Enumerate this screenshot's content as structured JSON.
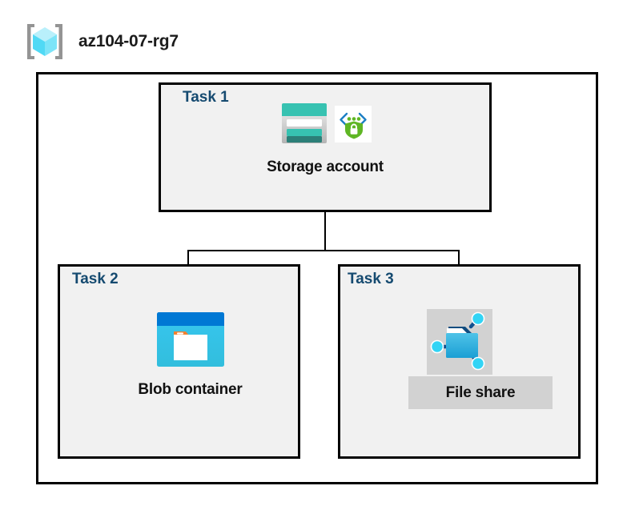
{
  "header": {
    "icon": "resource-group-icon",
    "title": "az104-07-rg7"
  },
  "diagram": {
    "container_name": "resource-group-container",
    "tasks": [
      {
        "id": "task1",
        "label": "Task 1",
        "node_caption": "Storage account",
        "icons": [
          "storage-account-icon",
          "storage-security-shield-icon"
        ]
      },
      {
        "id": "task2",
        "label": "Task 2",
        "node_caption": "Blob container",
        "icons": [
          "blob-container-icon"
        ]
      },
      {
        "id": "task3",
        "label": "Task 3",
        "node_caption": "File share",
        "icons": [
          "file-share-icon"
        ]
      }
    ],
    "connectors": [
      {
        "name": "storage-to-bus-stem"
      },
      {
        "name": "distribution-bus"
      },
      {
        "name": "bus-to-blob-drop"
      },
      {
        "name": "bus-to-fileshare-drop"
      }
    ]
  },
  "colors": {
    "task_label": "#154a70",
    "box_border": "#000000",
    "box_fill": "#f1f1f1",
    "canvas": "#ffffff",
    "storage_teal": "#37c2b1",
    "storage_teal_dark": "#2c7f78",
    "blob_blue": "#0078d4",
    "blob_cyan": "#32bedd",
    "blob_accent_orange": "#f08232",
    "shield_green": "#5fb624",
    "chevron_blue": "#1d7fc4",
    "fileshare_plate": "#d2d2d2",
    "rg_cube_cyan": "#9cebfb"
  }
}
